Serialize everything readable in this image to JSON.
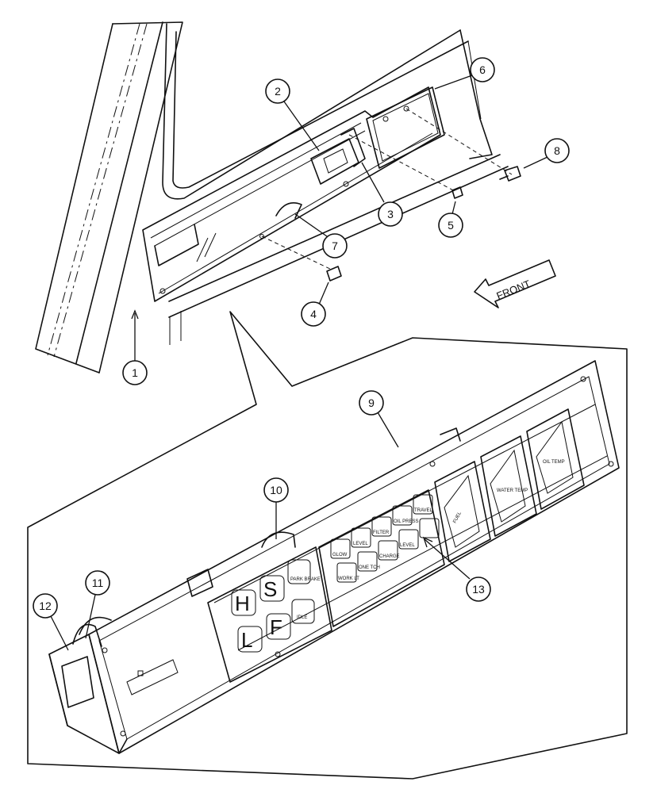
{
  "callouts": [
    "1",
    "2",
    "3",
    "4",
    "5",
    "6",
    "7",
    "8",
    "9",
    "10",
    "11",
    "12",
    "13"
  ],
  "direction_label": "FRONT",
  "switch_letters": [
    "H",
    "S",
    "L",
    "F"
  ],
  "panel_labels": {
    "park_brake": "PARK BRAKE",
    "idle": "IDLE",
    "glow": "GLOW",
    "level": "LEVEL",
    "filter": "FILTER",
    "oil_press": "OIL PRESS",
    "travel": "TRAVEL",
    "work_lt": "WORK LT",
    "one_touch": "ONE TCH",
    "charge": "CHARGE",
    "level_2": "LEVEL",
    "fuel": "FUEL",
    "water_temp": "WATER TEMP",
    "oil_temp": "OIL TEMP"
  }
}
